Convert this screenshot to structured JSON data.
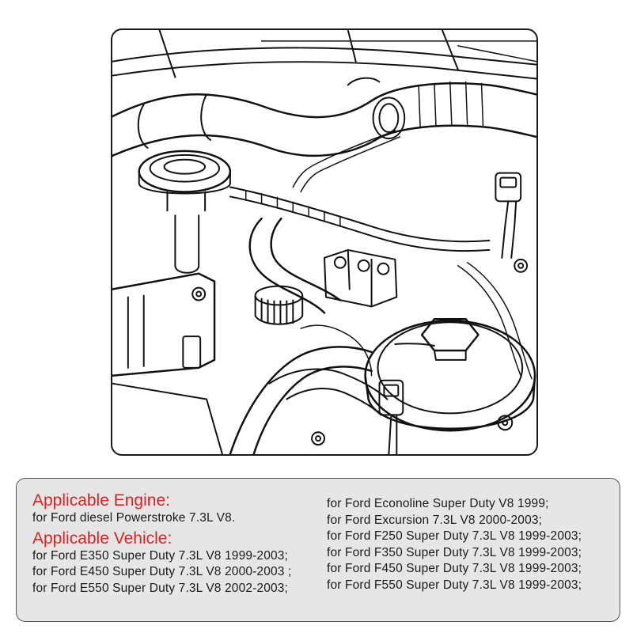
{
  "panel": {
    "engine_heading": "Applicable Engine:",
    "engine_line": "for Ford diesel Powerstroke 7.3L V8.",
    "vehicle_heading": "Applicable Vehicle:",
    "left_vehicles": [
      "for Ford E350 Super Duty 7.3L V8 1999-2003;",
      "for Ford E450 Super Duty 7.3L V8 2000-2003 ;",
      "for Ford E550 Super Duty 7.3L V8 2002-2003;"
    ],
    "right_vehicles": [
      "for Ford Econoline Super Duty V8 1999;",
      "for Ford Excursion 7.3L V8 2000-2003;",
      "for Ford F250 Super Duty 7.3L V8 1999-2003;",
      "for Ford F350 Super Duty 7.3L V8 1999-2003;",
      "for Ford F450 Super Duty 7.3L V8 1999-2003;",
      "for Ford F550 Super Duty 7.3L V8 1999-2003;"
    ]
  },
  "colors": {
    "heading": "#d92323",
    "text": "#1a1a1a",
    "panel_bg": "#e6e6e6"
  }
}
